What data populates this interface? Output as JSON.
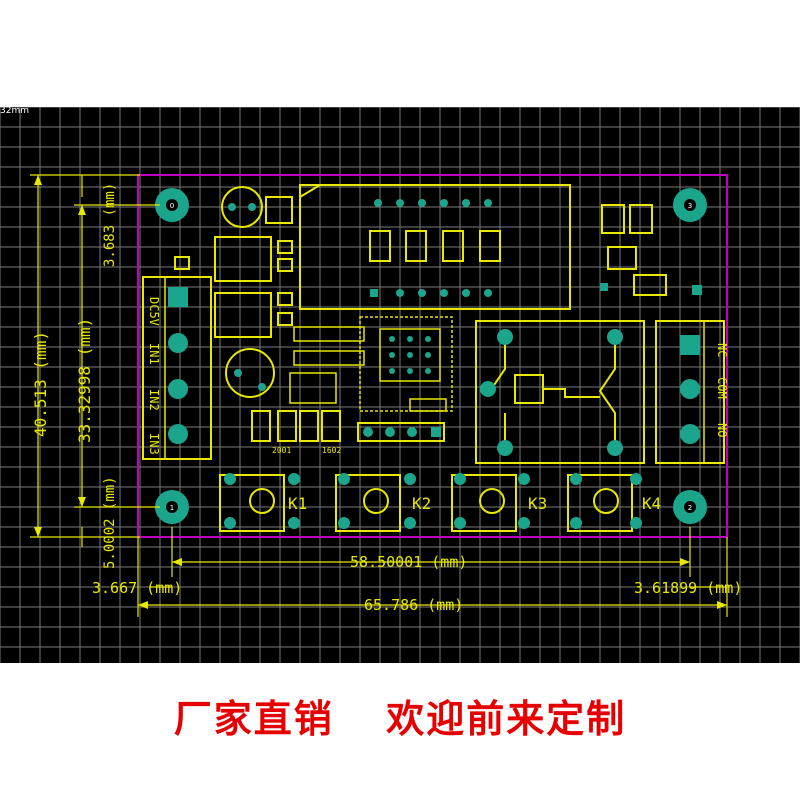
{
  "canvas": {
    "corner_label": "32mm"
  },
  "dimensions": {
    "total_height": "40.513 (mm)",
    "inner_height": "33.32998 (mm)",
    "top_offset": "3.683 (mm)",
    "bottom_offset": "5.0002 (mm)",
    "hole_spacing": "58.50001 (mm)",
    "left_offset": "3.667 (mm)",
    "right_offset": "3.61899 (mm)",
    "total_width": "65.786 (mm)"
  },
  "mounting_holes": [
    "0",
    "3",
    "1",
    "2"
  ],
  "left_terminal_labels": [
    "DC5V",
    "IN1",
    "IN2",
    "IN3"
  ],
  "right_terminal_labels": [
    "NC",
    "COM",
    "NO"
  ],
  "buttons": [
    "K1",
    "K2",
    "K3",
    "K4"
  ],
  "component_labels": {
    "resistor_a": "2001",
    "resistor_b": "1602"
  },
  "footer": {
    "slogan_part1": "厂家直销",
    "slogan_part2": "欢迎前来定制"
  },
  "colors": {
    "background": "#000000",
    "grid": "#ffffff",
    "silkscreen": "#e8e800",
    "outline": "#c000c0",
    "pad": "#1aa58c",
    "slogan": "#e60000"
  }
}
